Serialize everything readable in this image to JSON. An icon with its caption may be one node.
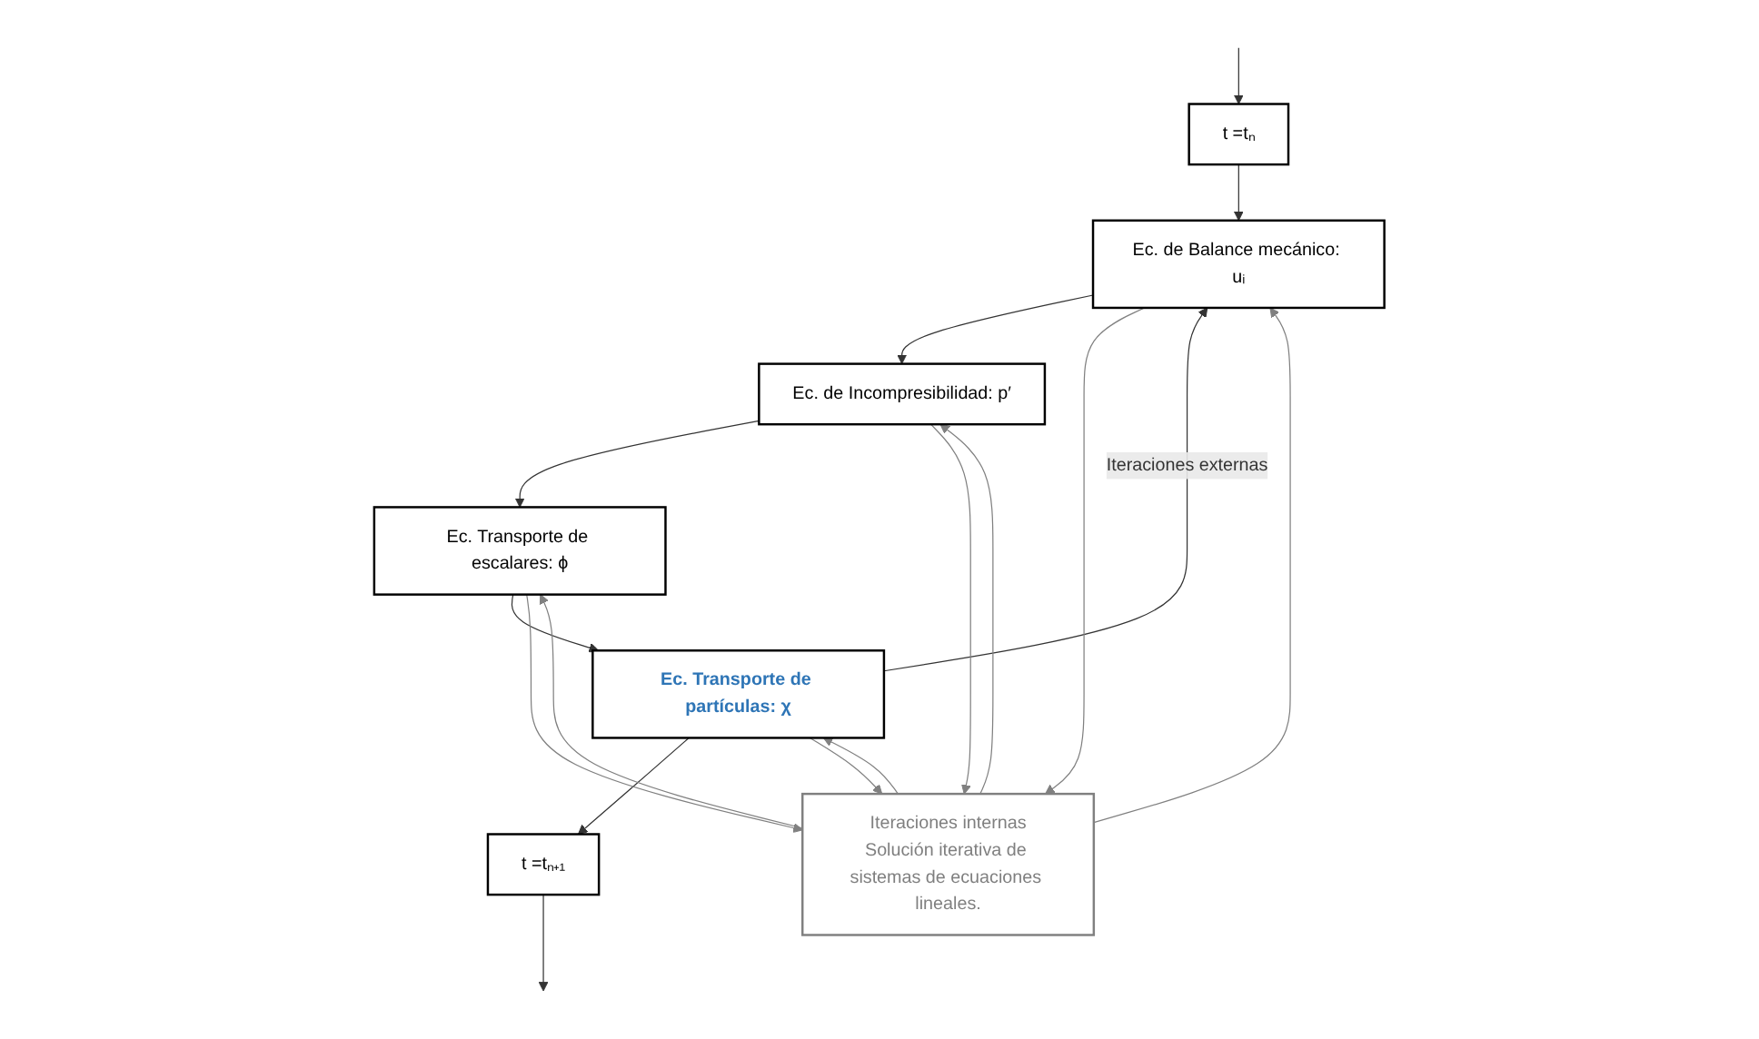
{
  "diagram": {
    "nodes": [
      {
        "text": [
          "t =tₙ"
        ]
      },
      {
        "text": [
          "Ec. de Balance mecánico: uᵢ"
        ]
      },
      {
        "text": [
          "Ec. de Incompresibilidad: p′"
        ]
      },
      {
        "text": [
          "Ec. Transporte de escalares: ϕ"
        ]
      },
      {
        "text": [
          "Ec. Transporte de partículas: χ"
        ]
      },
      {
        "text": [
          "t =tₙ₊₁"
        ]
      },
      {
        "text": [
          "Iteraciones internas",
          "Solución iterativa de sistemas de ecuaciones lineales."
        ]
      }
    ],
    "edges": [
      {
        "from": null,
        "to": 0,
        "arrow": "to"
      },
      {
        "from": 0,
        "to": 1,
        "arrow": "to"
      },
      {
        "from": 1,
        "to": 2,
        "arrow": "to"
      },
      {
        "from": 2,
        "to": 3,
        "arrow": "to"
      },
      {
        "from": 3,
        "to": 4,
        "arrow": "to"
      },
      {
        "from": 4,
        "to": 5,
        "arrow": "to"
      },
      {
        "from": 5,
        "to": null,
        "arrow": "to"
      },
      {
        "from": 4,
        "to": 1,
        "arrow": "to",
        "label": "Iteraciones externas"
      },
      {
        "from": 1,
        "to": 6,
        "arrow": "to",
        "color": "#808080"
      },
      {
        "from": 6,
        "to": 1,
        "arrow": "to",
        "color": "#808080"
      },
      {
        "from": 2,
        "to": 6,
        "arrow": "to",
        "color": "#808080"
      },
      {
        "from": 6,
        "to": 2,
        "arrow": "to",
        "color": "#808080"
      },
      {
        "from": 3,
        "to": 6,
        "arrow": "to",
        "color": "#808080"
      },
      {
        "from": 6,
        "to": 3,
        "arrow": "to",
        "color": "#808080"
      },
      {
        "from": 4,
        "to": 6,
        "arrow": "to",
        "color": "#808080"
      },
      {
        "from": 6,
        "to": 4,
        "arrow": "to",
        "color": "#808080"
      }
    ]
  }
}
